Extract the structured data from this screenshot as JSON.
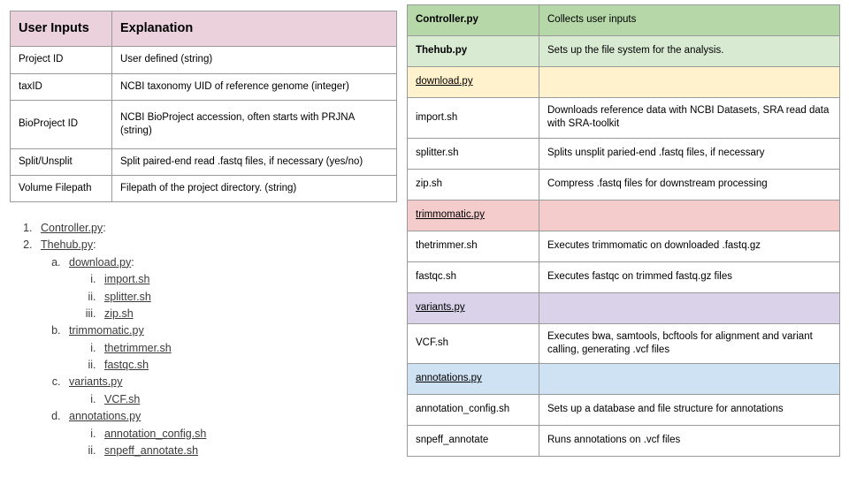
{
  "left_table": {
    "headers": [
      "User Inputs",
      "Explanation"
    ],
    "rows": [
      {
        "input": "Project ID",
        "explanation": "User defined (string)"
      },
      {
        "input": "taxID",
        "explanation": "NCBI taxonomy UID of reference genome (integer)"
      },
      {
        "input": "BioProject ID",
        "explanation": "NCBI BioProject accession, often starts with PRJNA (string)"
      },
      {
        "input": "Split/Unsplit",
        "explanation": "Split paired-end read .fastq files, if necessary (yes/no)"
      },
      {
        "input": "Volume Filepath",
        "explanation": "Filepath of the project directory. (string)"
      }
    ]
  },
  "right_table": {
    "rows": [
      {
        "name": "Controller.py",
        "description": "Collects user inputs",
        "tint": "green-dark",
        "bold": true,
        "underline": false
      },
      {
        "name": "Thehub.py",
        "description": "Sets up the file system for the analysis.",
        "tint": "green-light",
        "bold": true,
        "underline": false
      },
      {
        "name": "download.py",
        "description": "",
        "tint": "yellow",
        "bold": false,
        "underline": true
      },
      {
        "name": "import.sh",
        "description": "Downloads reference data with NCBI Datasets, SRA read data with SRA-toolkit",
        "tint": "none",
        "bold": false,
        "underline": false
      },
      {
        "name": "splitter.sh",
        "description": "Splits unsplit paried-end .fastq files, if necessary",
        "tint": "none",
        "bold": false,
        "underline": false
      },
      {
        "name": "zip.sh",
        "description": "Compress .fastq files for downstream processing",
        "tint": "none",
        "bold": false,
        "underline": false
      },
      {
        "name": "trimmomatic.py",
        "description": "",
        "tint": "pink",
        "bold": false,
        "underline": true
      },
      {
        "name": "thetrimmer.sh",
        "description": "Executes trimmomatic on downloaded .fastq.gz",
        "tint": "none",
        "bold": false,
        "underline": false
      },
      {
        "name": "fastqc.sh",
        "description": "Executes fastqc on trimmed fastq.gz files",
        "tint": "none",
        "bold": false,
        "underline": false
      },
      {
        "name": "variants.py",
        "description": "",
        "tint": "purple",
        "bold": false,
        "underline": true
      },
      {
        "name": "VCF.sh",
        "description": "Executes bwa, samtools, bcftools for alignment and variant calling, generating .vcf files",
        "tint": "none",
        "bold": false,
        "underline": false
      },
      {
        "name": "annotations.py",
        "description": "",
        "tint": "blue",
        "bold": false,
        "underline": true
      },
      {
        "name": "annotation_config.sh",
        "description": "Sets up a database and file structure for annotations",
        "tint": "none",
        "bold": false,
        "underline": false
      },
      {
        "name": "snpeff_annotate",
        "description": "Runs annotations on .vcf files",
        "tint": "none",
        "bold": false,
        "underline": false
      }
    ]
  },
  "outline": {
    "items": [
      {
        "label": "Controller.py",
        "suffix": ":",
        "children": []
      },
      {
        "label": "Thehub.py",
        "suffix": ":",
        "children": [
          {
            "label": "download.py",
            "suffix": ":",
            "children": [
              {
                "label": "import.sh",
                "suffix": ""
              },
              {
                "label": "splitter.sh",
                "suffix": ""
              },
              {
                "label": "zip.sh",
                "suffix": ""
              }
            ]
          },
          {
            "label": "trimmomatic.py",
            "suffix": "",
            "children": [
              {
                "label": "thetrimmer.sh",
                "suffix": ""
              },
              {
                "label": "fastqc.sh",
                "suffix": ""
              }
            ]
          },
          {
            "label": "variants.py",
            "suffix": "",
            "children": [
              {
                "label": "VCF.sh",
                "suffix": ""
              }
            ]
          },
          {
            "label": "annotations.py",
            "suffix": "",
            "children": [
              {
                "label": "annotation_config.sh",
                "suffix": ""
              },
              {
                "label": "snpeff_annotate.sh",
                "suffix": ""
              }
            ]
          }
        ]
      }
    ]
  },
  "colors": {
    "header_pink": "#ead1dc",
    "green_dark": "#b6d7a8",
    "green_light": "#d9ead3",
    "yellow": "#fff2cc",
    "pink": "#f4cccc",
    "purple": "#d9d2e9",
    "blue": "#cfe2f3",
    "border": "#9a9a9a"
  }
}
